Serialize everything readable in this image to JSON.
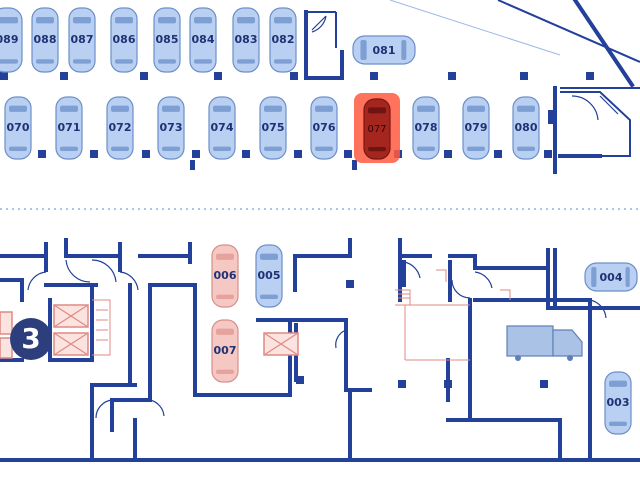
{
  "map": {
    "section_marker": "3",
    "selected_spot": "077",
    "colors": {
      "wall": "#23409a",
      "spot_default": "#b9d0f2",
      "spot_reserved": "#f6c8c4",
      "spot_selected": "#a5261f",
      "selection_glow": "#ff5a3f"
    },
    "spots": [
      {
        "id": "089",
        "state": "default"
      },
      {
        "id": "088",
        "state": "default"
      },
      {
        "id": "087",
        "state": "default"
      },
      {
        "id": "086",
        "state": "default"
      },
      {
        "id": "085",
        "state": "default"
      },
      {
        "id": "084",
        "state": "default"
      },
      {
        "id": "083",
        "state": "default"
      },
      {
        "id": "082",
        "state": "default"
      },
      {
        "id": "081",
        "state": "default"
      },
      {
        "id": "070",
        "state": "default"
      },
      {
        "id": "071",
        "state": "default"
      },
      {
        "id": "072",
        "state": "default"
      },
      {
        "id": "073",
        "state": "default"
      },
      {
        "id": "074",
        "state": "default"
      },
      {
        "id": "075",
        "state": "default"
      },
      {
        "id": "076",
        "state": "default"
      },
      {
        "id": "077",
        "state": "selected"
      },
      {
        "id": "078",
        "state": "default"
      },
      {
        "id": "079",
        "state": "default"
      },
      {
        "id": "080",
        "state": "default"
      },
      {
        "id": "006",
        "state": "reserved"
      },
      {
        "id": "005",
        "state": "default"
      },
      {
        "id": "007",
        "state": "reserved"
      },
      {
        "id": "004",
        "state": "default"
      },
      {
        "id": "003",
        "state": "default"
      }
    ]
  }
}
